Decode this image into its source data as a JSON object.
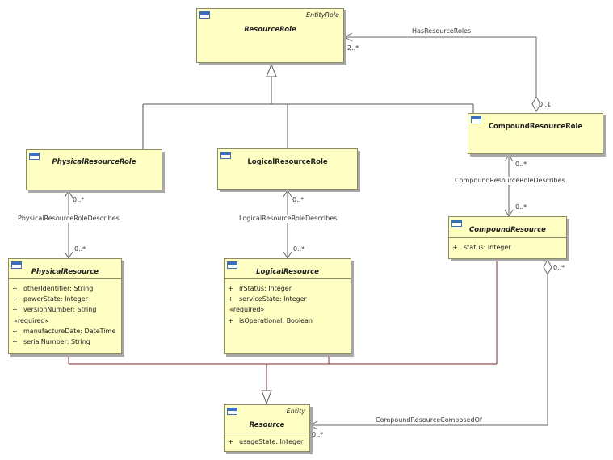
{
  "classes": {
    "resource_role": {
      "name": "ResourceRole",
      "stereotype": "EntityRole"
    },
    "physical_resource_role": {
      "name": "PhysicalResourceRole"
    },
    "logical_resource_role": {
      "name": "LogicalResourceRole"
    },
    "compound_resource_role": {
      "name": "CompoundResourceRole"
    },
    "physical_resource": {
      "name": "PhysicalResource",
      "attributes": [
        {
          "vis": "+",
          "text": "otherIdentifier: String"
        },
        {
          "vis": "+",
          "text": "powerState: Integer"
        },
        {
          "vis": "+",
          "text": "versionNumber: String"
        }
      ],
      "required_label": "«required»",
      "required_attributes": [
        {
          "vis": "+",
          "text": "manufactureDate: DateTime"
        },
        {
          "vis": "+",
          "text": "serialNumber: String"
        }
      ]
    },
    "logical_resource": {
      "name": "LogicalResource",
      "attributes": [
        {
          "vis": "+",
          "text": "lrStatus: Integer"
        },
        {
          "vis": "+",
          "text": "serviceState: Integer"
        }
      ],
      "required_label": "«required»",
      "required_attributes": [
        {
          "vis": "+",
          "text": "isOperational: Boolean"
        }
      ]
    },
    "compound_resource": {
      "name": "CompoundResource",
      "attributes": [
        {
          "vis": "+",
          "text": "status: Integer"
        }
      ]
    },
    "resource": {
      "name": "Resource",
      "stereotype": "Entity",
      "attributes": [
        {
          "vis": "+",
          "text": "usageState: Integer"
        }
      ]
    }
  },
  "associations": {
    "has_resource_roles": {
      "label": "HasResourceRoles",
      "mult_source": "2..*",
      "mult_target": "0..1"
    },
    "physical_describes": {
      "label": "PhysicalResourceRoleDescribes",
      "mult_top": "0..*",
      "mult_bottom": "0..*"
    },
    "logical_describes": {
      "label": "LogicalResourceRoleDescribes",
      "mult_top": "0..*",
      "mult_bottom": "0..*"
    },
    "compound_describes": {
      "label": "CompoundResourceRoleDescribes",
      "mult_top": "0..*",
      "mult_bottom": "0..*"
    },
    "compound_composed_of": {
      "label": "CompoundResourceComposedOf",
      "mult_aggregate": "0..*",
      "mult_part": "0..*"
    }
  },
  "colors": {
    "class_fill": "#ffffc4",
    "class_border": "#8c8c64",
    "generalization_line": "#555555",
    "generalization_line_resource": "#7a2b2b",
    "header_icon": "#3d6fb6"
  }
}
